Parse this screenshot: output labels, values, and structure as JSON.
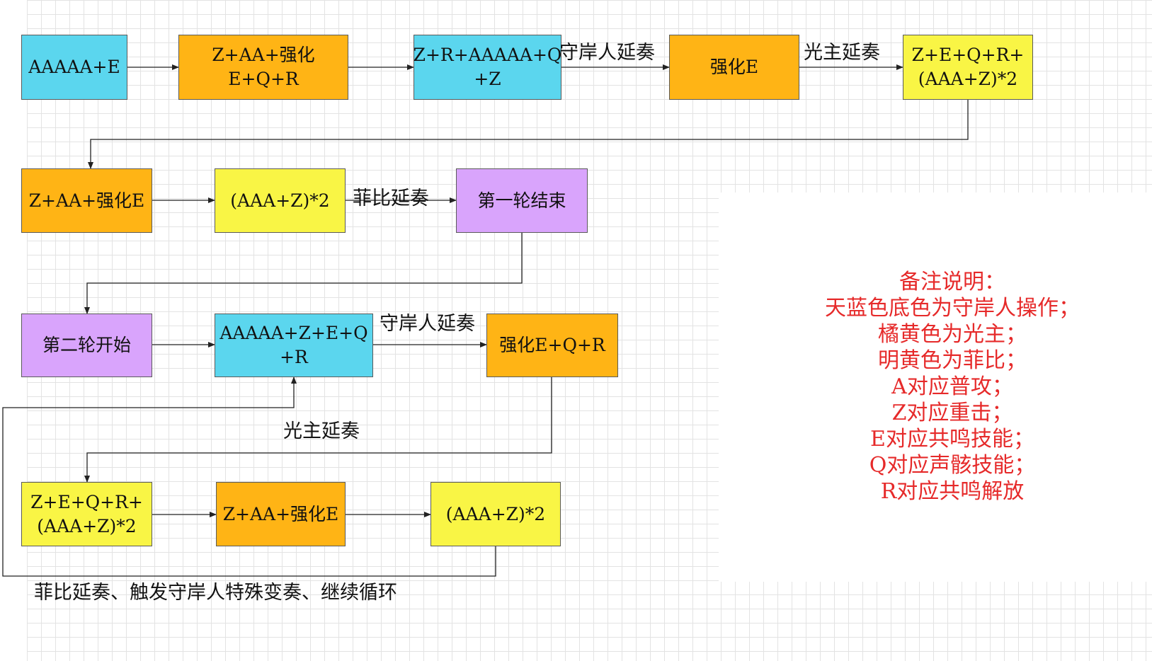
{
  "nodes": {
    "n1": "AAAAA+E",
    "n2": "Z+AA+强化E+Q+R",
    "n3": "Z+R+AAAAA+Q\n+Z",
    "n4": "强化E",
    "n5": "Z+E+Q+R+\n(AAA+Z)*2",
    "n6": "Z+AA+强化E",
    "n7": "(AAA+Z)*2",
    "n8": "第一轮结束",
    "n9": "第二轮开始",
    "n10": "AAAAA+Z+E+Q\n+R",
    "n11": "强化E+Q+R",
    "n12": "Z+E+Q+R+\n(AAA+Z)*2",
    "n13": "Z+AA+强化E",
    "n14": "(AAA+Z)*2"
  },
  "edge_labels": {
    "e34": "守岸人延奏",
    "e45": "光主延奏",
    "e78": "菲比延奏",
    "e1011": "守岸人延奏",
    "e11to12": "光主延奏",
    "loop": "菲比延奏、触发守岸人特殊变奏、继续循环"
  },
  "notes": {
    "title": "备注说明：",
    "lines": [
      "天蓝色底色为守岸人操作；",
      "橘黄色为光主；",
      "明黄色为菲比；",
      "A对应普攻；",
      "Z对应重击；",
      "E对应共鸣技能；",
      "Q对应声骸技能；",
      "R对应共鸣解放"
    ]
  },
  "colors": {
    "sky_blue": "#5bd6ee",
    "orange": "#ffb415",
    "yellow": "#f9f545",
    "purple": "#d9a4fc",
    "note_red": "#e62a2a"
  }
}
